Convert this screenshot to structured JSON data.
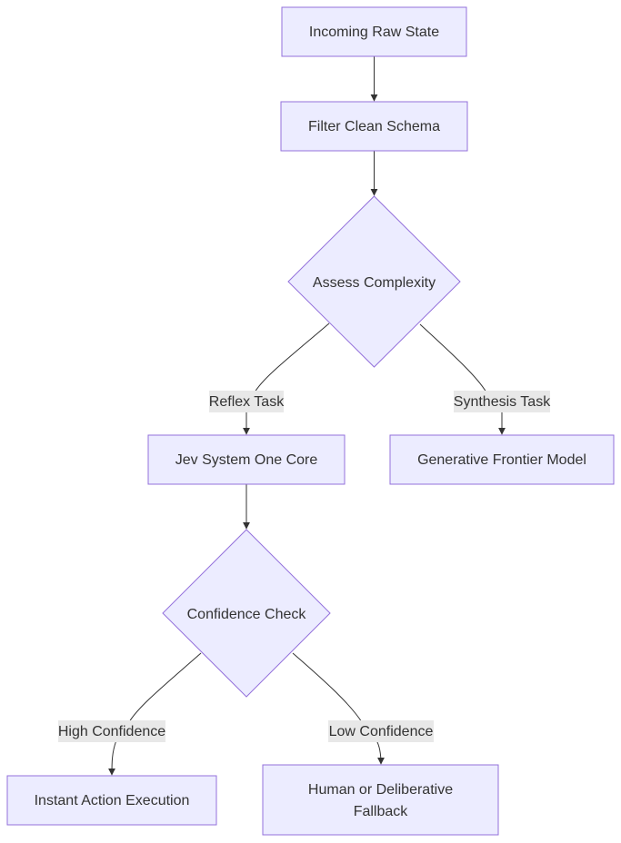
{
  "nodes": {
    "incoming": {
      "label": "Incoming Raw State",
      "shape": "rect"
    },
    "filter": {
      "label": "Filter Clean Schema",
      "shape": "rect"
    },
    "assess": {
      "label": "Assess Complexity",
      "shape": "diamond"
    },
    "jev": {
      "label": "Jev System One Core",
      "shape": "rect"
    },
    "generative": {
      "label": "Generative Frontier Model",
      "shape": "rect"
    },
    "confidence": {
      "label": "Confidence Check",
      "shape": "diamond"
    },
    "instant": {
      "label": "Instant Action Execution",
      "shape": "rect"
    },
    "human": {
      "label_line1": "Human or Deliberative",
      "label_line2": "Fallback",
      "shape": "rect"
    }
  },
  "edges": {
    "reflex": {
      "label": "Reflex Task"
    },
    "synthesis": {
      "label": "Synthesis Task"
    },
    "high": {
      "label": "High Confidence"
    },
    "low": {
      "label": "Low Confidence"
    }
  },
  "colors": {
    "node_fill": "#ececff",
    "node_stroke": "#9370db",
    "edge_stroke": "#333333",
    "edge_label_bg": "#e8e8e8",
    "text": "#333333"
  }
}
